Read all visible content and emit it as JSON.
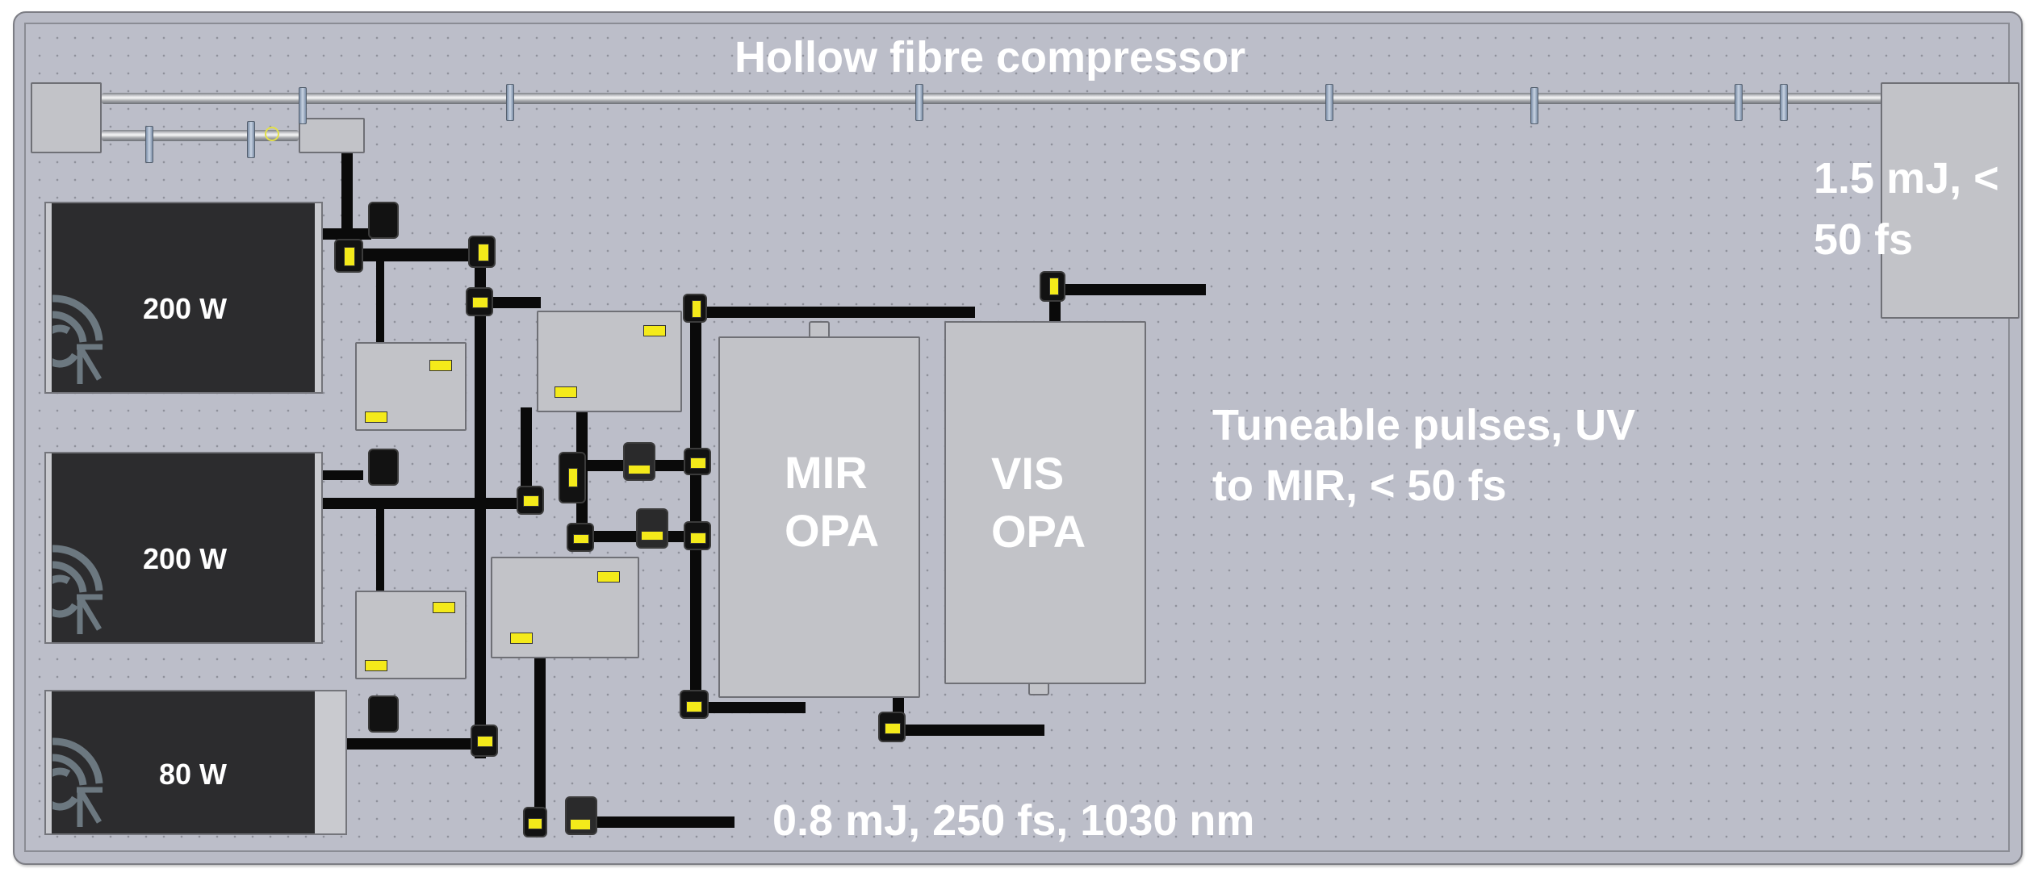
{
  "diagram": {
    "title": "Hollow fibre compressor",
    "lasers": [
      {
        "label": "200 W"
      },
      {
        "label": "200 W"
      },
      {
        "label": "80 W"
      }
    ],
    "opas": [
      {
        "line1": "MIR",
        "line2": "OPA"
      },
      {
        "line1": "VIS",
        "line2": "OPA"
      }
    ],
    "annotations": {
      "compressor_output_line1": "1.5 mJ, <",
      "compressor_output_line2": "50 fs",
      "opa_output_line1": "Tuneable pulses, UV",
      "opa_output_line2": "to MIR, < 50 fs",
      "fundamental_output": "0.8 mJ, 250 fs, 1030 nm"
    },
    "colors": {
      "board": "#bcbec9",
      "laser_housing": "#2c2c2e",
      "beam_tube": "#0a0a0a",
      "warning_label": "#f4ea1a",
      "text": "#ffffff"
    }
  }
}
